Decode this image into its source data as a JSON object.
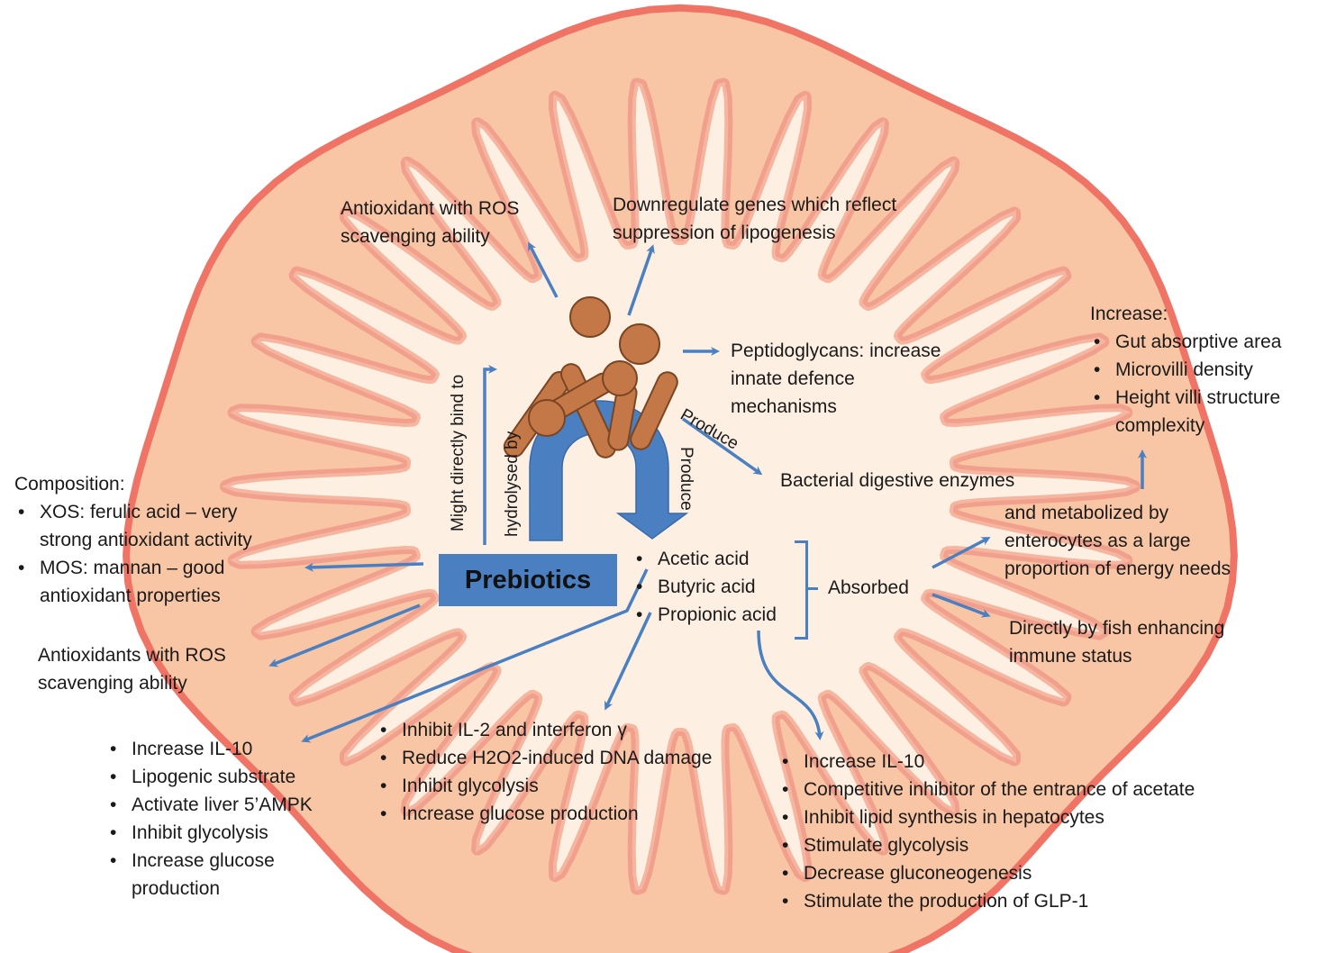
{
  "center_label": "Prebiotics",
  "bacteria_effects": {
    "antioxidant": [
      "Antioxidant with ROS",
      "scavenging ability"
    ],
    "downregulate": [
      "Downregulate genes which reflect",
      "suppression of lipogenesis"
    ],
    "peptidoglycans": [
      "Peptidoglycans: increase",
      "innate defence",
      "mechanisms"
    ],
    "enzymes": "Bacterial digestive enzymes"
  },
  "arrow_labels": {
    "might_bind": "Might directly bind to",
    "hydrolysed": "hydrolysed by",
    "produce_vertical": "Produce",
    "produce_diagonal": "Produce",
    "absorbed": "Absorbed"
  },
  "composition": {
    "heading": "Composition:",
    "items": [
      [
        "XOS: ferulic acid – very",
        "strong antioxidant activity"
      ],
      [
        "MOS: mannan – good",
        "antioxidant properties"
      ]
    ]
  },
  "antioxidants_left": [
    "Antioxidants with ROS",
    "scavenging ability"
  ],
  "scfa": [
    "Acetic acid",
    "Butyric acid",
    "Propionic acid"
  ],
  "increase_box": {
    "heading": "Increase:",
    "items": [
      [
        "Gut absorptive area"
      ],
      [
        "Microvilli density"
      ],
      [
        "Height villi structure",
        "complexity"
      ]
    ]
  },
  "metabolized": [
    "and metabolized by",
    "enterocytes as a large",
    "proportion of energy needs"
  ],
  "directly": [
    "Directly by fish enhancing",
    "immune status"
  ],
  "acetic_effects": [
    [
      "Increase IL-10"
    ],
    [
      "Lipogenic substrate"
    ],
    [
      "Activate liver 5’AMPK"
    ],
    [
      "Inhibit glycolysis"
    ],
    [
      "Increase glucose",
      "production"
    ]
  ],
  "butyric_effects": [
    "Inhibit IL-2 and interferon γ",
    "Reduce H2O2-induced DNA damage",
    "Inhibit glycolysis",
    "Increase glucose production"
  ],
  "propionic_effects": [
    "Increase IL-10",
    "Competitive inhibitor of the entrance of acetate",
    "Inhibit lipid synthesis in hepatocytes",
    "Stimulate glycolysis",
    "Decrease gluconeogenesis",
    "Stimulate the production of GLP-1"
  ],
  "colors": {
    "gut_wall": "#f07466",
    "gut_fill": "#f8c6a4",
    "lumen": "#fdf0e3",
    "villus_outline": "#f2a08e",
    "bacteria": "#c57847",
    "arrow_blue": "#4a7fc1"
  }
}
